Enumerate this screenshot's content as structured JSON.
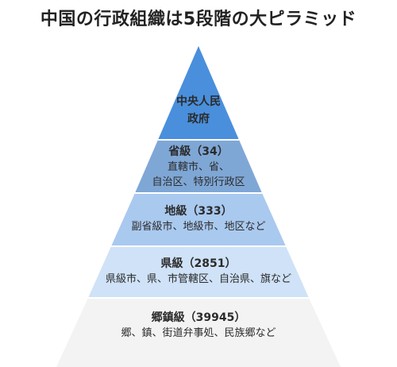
{
  "title": "中国の行政組織は5段階の大ピラミッド",
  "colors": {
    "level1": "#4a8fdc",
    "level2": "#7fa7d6",
    "level3": "#a9c9ef",
    "level4": "#cfe2f7",
    "level5": "#f3f3f3",
    "divider": "#ffffff"
  },
  "levels": [
    {
      "name_line1": "中央人民",
      "name_line2": "政府"
    },
    {
      "name": "省級（34）",
      "desc_line1": "直轄市、省、",
      "desc_line2": "自治区、特別行政区"
    },
    {
      "name": "地級（333）",
      "desc_line1": "副省級市、地級市、地区など"
    },
    {
      "name": "県級（2851）",
      "desc_line1": "県級市、県、市管轄区、自治県、旗など"
    },
    {
      "name": "郷鎮級（39945）",
      "desc_line1": "郷、鎮、街道弁事処、民族郷など"
    }
  ]
}
